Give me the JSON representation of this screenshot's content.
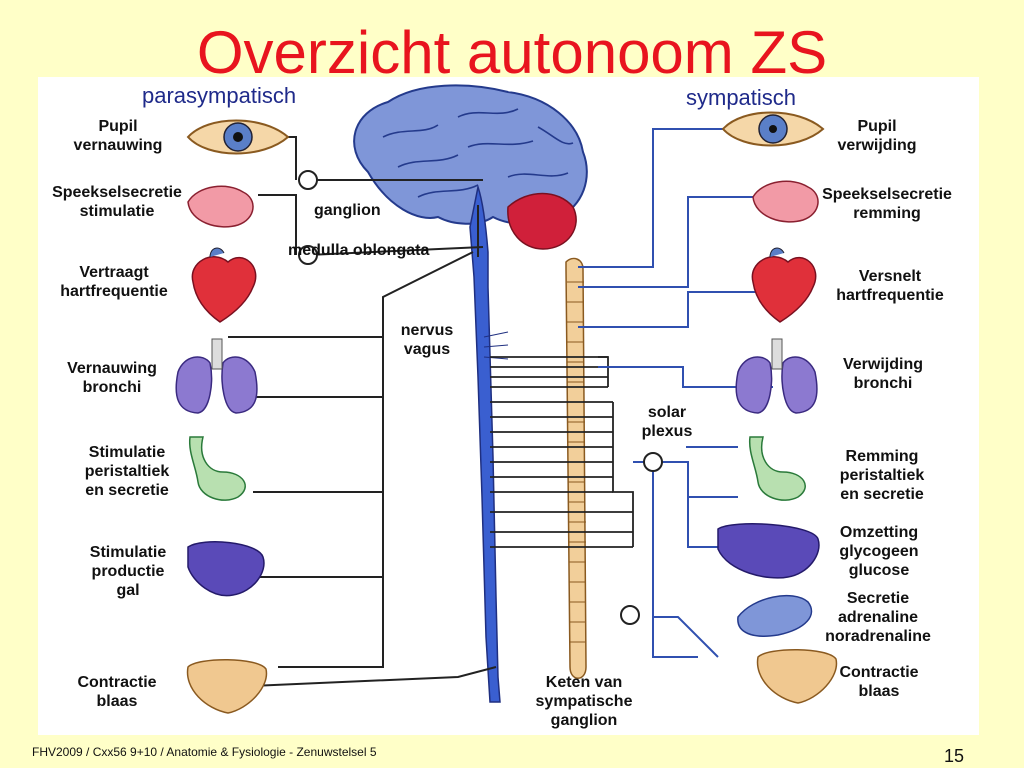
{
  "title": "Overzicht autonoom ZS",
  "headers": {
    "left": "parasympatisch",
    "right": "sympatisch"
  },
  "left_effects": [
    {
      "l1": "Pupil",
      "l2": "vernauwing",
      "l3": ""
    },
    {
      "l1": "Speekselsecretie",
      "l2": "stimulatie",
      "l3": ""
    },
    {
      "l1": "Vertraagt",
      "l2": "hartfrequentie",
      "l3": ""
    },
    {
      "l1": "Vernauwing",
      "l2": "bronchi",
      "l3": ""
    },
    {
      "l1": "Stimulatie",
      "l2": "peristaltiek",
      "l3": "en secretie"
    },
    {
      "l1": "Stimulatie",
      "l2": "productie",
      "l3": "gal"
    },
    {
      "l1": "Contractie",
      "l2": "blaas",
      "l3": ""
    }
  ],
  "right_effects": [
    {
      "l1": "Pupil",
      "l2": "verwijding",
      "l3": ""
    },
    {
      "l1": "Speekselsecretie",
      "l2": "remming",
      "l3": ""
    },
    {
      "l1": "Versnelt",
      "l2": "hartfrequentie",
      "l3": ""
    },
    {
      "l1": "Verwijding",
      "l2": "bronchi",
      "l3": ""
    },
    {
      "l1": "Remming",
      "l2": "peristaltiek",
      "l3": "en secretie"
    },
    {
      "l1": "Omzetting",
      "l2": "glycogeen",
      "l3": "glucose"
    },
    {
      "l1": "Secretie",
      "l2": "adrenaline",
      "l3": "noradrenaline"
    },
    {
      "l1": "Contractie",
      "l2": "blaas",
      "l3": ""
    }
  ],
  "center_labels": {
    "ganglion": "ganglion",
    "medulla": "medulla oblongata",
    "vagus_1": "nervus",
    "vagus_2": "vagus",
    "solar_1": "solar",
    "solar_2": "plexus",
    "chain_1": "Keten van",
    "chain_2": "sympatische",
    "chain_3": "ganglion"
  },
  "footer": "FHV2009 / Cxx56 9+10 / Anatomie & Fysiologie - Zenuwstelsel 5",
  "page_number": "15",
  "colors": {
    "title": "#e8141e",
    "background": "#ffffc8",
    "brain": "#7f96d8",
    "spinal_cord": "#3a5fd0",
    "cerebellum": "#d0203a",
    "sympathetic_chain": "#f2cf9a",
    "nerve_line": "#222222",
    "sympathetic_line": "#3050b0"
  }
}
